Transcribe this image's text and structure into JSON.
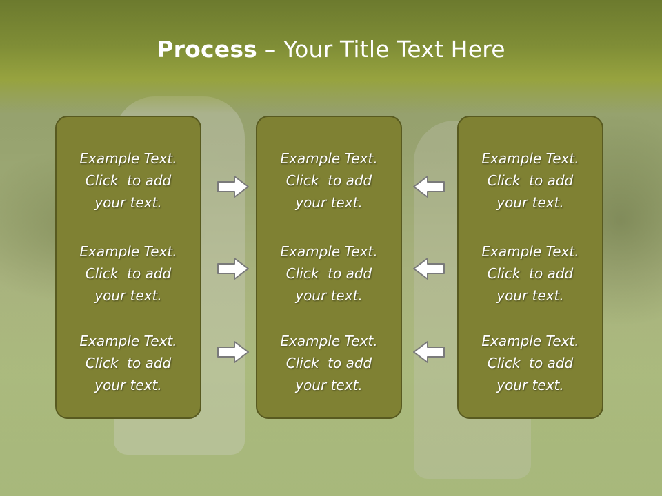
{
  "title": {
    "bold": "Process",
    "rest": " – Your Title Text Here"
  },
  "columns": [
    {
      "items": [
        {
          "lines": [
            "Example Text.",
            "Click  to add",
            "your text."
          ]
        },
        {
          "lines": [
            "Example Text.",
            "Click  to add",
            "your text."
          ]
        },
        {
          "lines": [
            "Example Text.",
            "Click  to add",
            "your text."
          ]
        }
      ]
    },
    {
      "items": [
        {
          "lines": [
            "Example Text.",
            "Click  to add",
            "your text."
          ]
        },
        {
          "lines": [
            "Example Text.",
            "Click  to add",
            "your text."
          ]
        },
        {
          "lines": [
            "Example Text.",
            "Click  to add",
            "your text."
          ]
        }
      ]
    },
    {
      "items": [
        {
          "lines": [
            "Example Text.",
            "Click  to add",
            "your text."
          ]
        },
        {
          "lines": [
            "Example Text.",
            "Click  to add",
            "your text."
          ]
        },
        {
          "lines": [
            "Example Text.",
            "Click  to add",
            "your text."
          ]
        }
      ]
    }
  ],
  "arrows": {
    "left_group": [
      "right-arrow-icon",
      "right-arrow-icon",
      "right-arrow-icon"
    ],
    "right_group": [
      "left-arrow-icon",
      "left-arrow-icon",
      "left-arrow-icon"
    ]
  },
  "colors": {
    "header": "#7f8d36",
    "box_fill": "#7f8133",
    "box_border": "#585a20",
    "text": "#ffffff",
    "arrow_fill": "#ffffff",
    "arrow_stroke": "#7a7a7a"
  }
}
